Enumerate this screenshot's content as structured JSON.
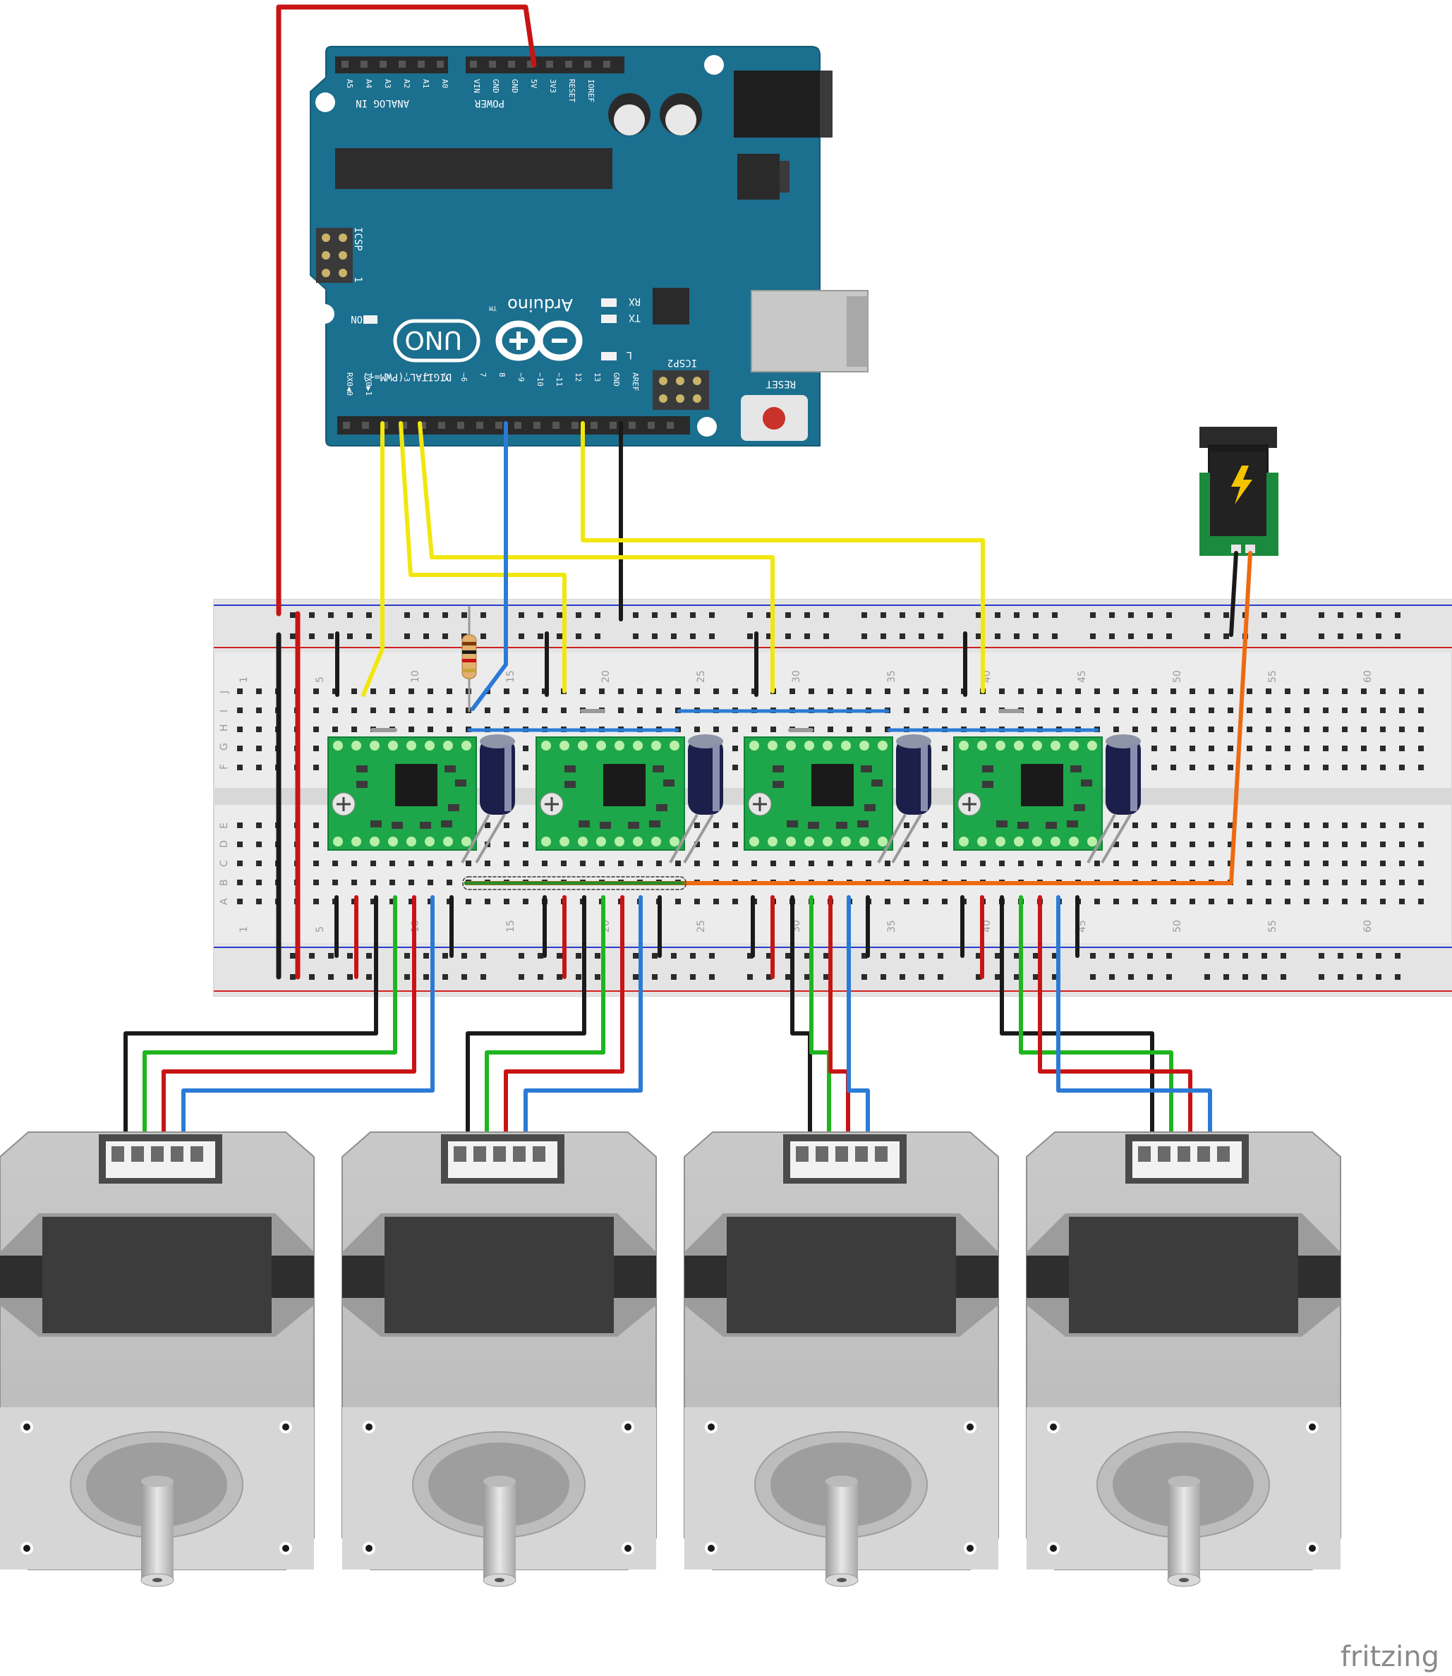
{
  "arduino": {
    "analog_header": "ANALOG IN",
    "analog_pins": [
      "A5",
      "A4",
      "A3",
      "A2",
      "A1",
      "A0"
    ],
    "power_header": "POWER",
    "power_pins": [
      "VIN",
      "GND",
      "GND",
      "5V",
      "3V3",
      "RESET",
      "IOREF"
    ],
    "icsp_label": "ICSP",
    "icsp_pin1": "1",
    "brand": "Arduino",
    "trademark": "TM",
    "model": "UNO",
    "on_label": "ON",
    "rx_label": "RX",
    "tx_label": "TX",
    "l_label": "L",
    "icsp2_label": "ICSP2",
    "reset_label": "RESET",
    "digital_header": "DIGITAL (PWM=~)",
    "digital_pins": [
      "RX0◀0",
      "TX0▶1",
      "2",
      "~3",
      "4",
      "~5",
      "~6",
      "7",
      "8",
      "~9",
      "~10",
      "~11",
      "12",
      "13",
      "GND",
      "AREF"
    ]
  },
  "breadboard": {
    "top_numbers": [
      "1",
      "5",
      "10",
      "15",
      "20",
      "25",
      "30",
      "35",
      "40",
      "45",
      "50",
      "55",
      "60"
    ],
    "bottom_numbers": [
      "1",
      "5",
      "10",
      "15",
      "20",
      "25",
      "30",
      "35",
      "40",
      "45",
      "50",
      "55",
      "60"
    ],
    "rows_top": [
      "J",
      "I",
      "H",
      "G",
      "F"
    ],
    "rows_bottom": [
      "E",
      "D",
      "C",
      "B",
      "A"
    ]
  },
  "driver_count": 4,
  "motor_count": 4,
  "wire_colors": {
    "red": "#c81414",
    "black": "#1a1a1a",
    "yellow": "#f2e60f",
    "blue": "#2b7bd6",
    "green": "#1fb51f",
    "orange": "#ee6a12"
  },
  "board_colors": {
    "arduino": "#1b6f8f",
    "driver": "#1ea64a",
    "breadboard": "#ececec"
  },
  "power_jack_icon": "lightning-icon",
  "footer": {
    "brand": "fritzing"
  }
}
